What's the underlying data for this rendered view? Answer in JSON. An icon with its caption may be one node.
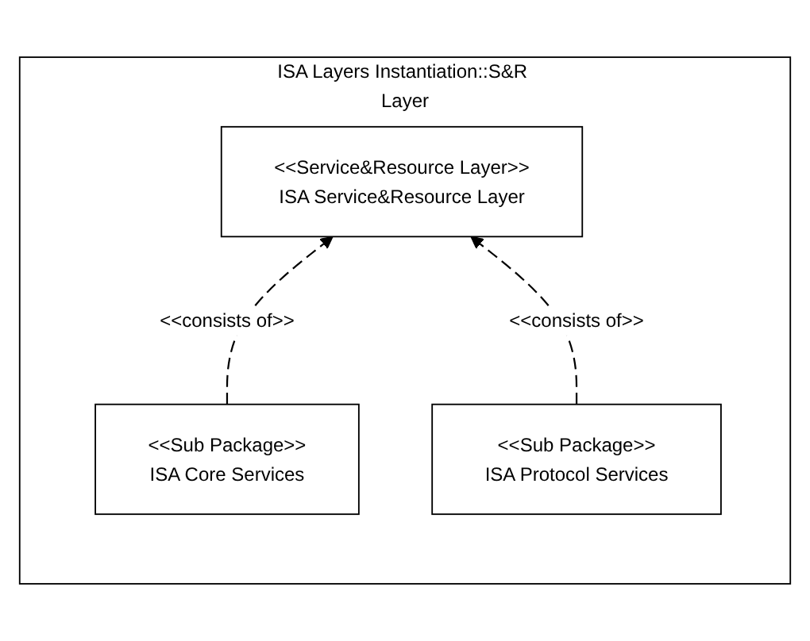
{
  "diagram": {
    "nodes": [
      {
        "text": [
          "ISA Layers Instantiation::S&R Layer"
        ]
      },
      {
        "text": [
          "<<Service&Resource Layer>>",
          "ISA Service&Resource Layer"
        ],
        "in": 0
      },
      {
        "text": [
          "<<Sub Package>>",
          "ISA Core Services"
        ],
        "in": 0
      },
      {
        "text": [
          "<<Sub Package>>",
          "ISA Protocol Services"
        ],
        "in": 0
      }
    ],
    "edges": [
      {
        "from": 2,
        "to": 1,
        "arrow": "to",
        "label": "<<consists of>>",
        "style": "dashed"
      },
      {
        "from": 3,
        "to": 1,
        "arrow": "to",
        "label": "<<consists of>>",
        "style": "dashed"
      }
    ]
  }
}
